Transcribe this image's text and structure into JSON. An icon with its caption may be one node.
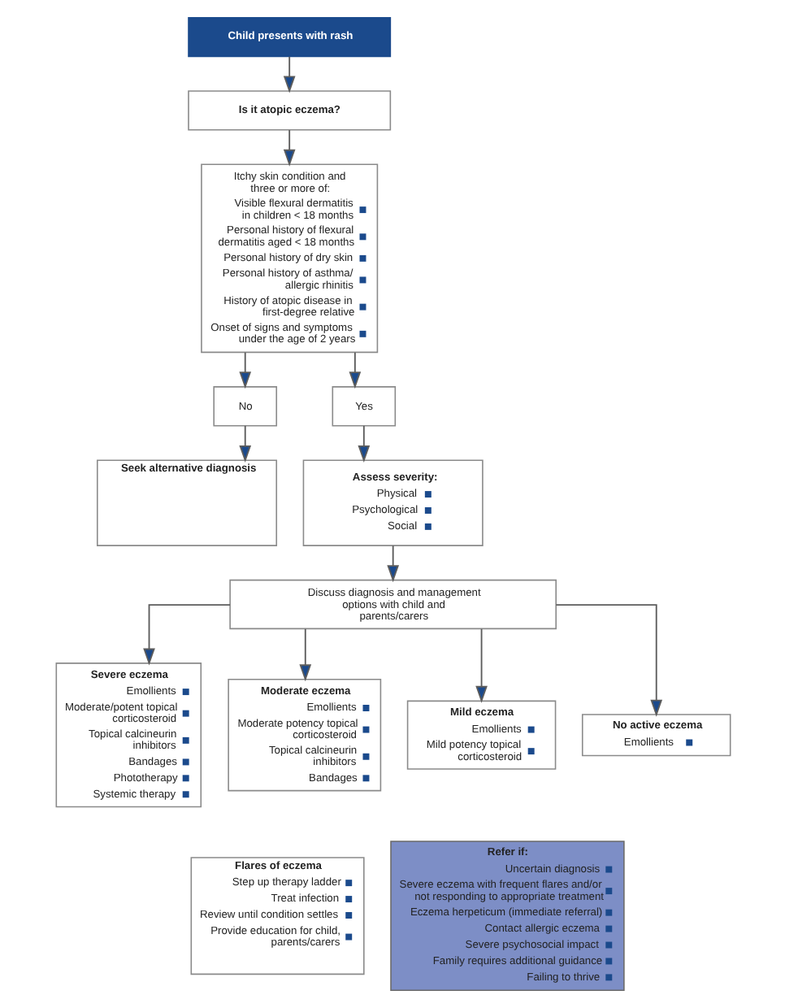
{
  "diagram": {
    "nodes": [
      {
        "text": [
          "Child presents with rash"
        ]
      },
      {
        "text": [
          "Is it atopic eczema?"
        ]
      },
      {
        "text": [
          "Itchy skin condition and three or more of:",
          "Visible flexural dermatitis in children < 18 months",
          "Personal history of flexural dermatitis aged < 18 months",
          "Personal history of dry skin",
          "Personal history of asthma/ allergic rhinitis",
          "History of atopic disease in first-degree relative",
          "Onset of signs and symptoms under the age of 2 years"
        ]
      },
      {
        "text": [
          "No"
        ]
      },
      {
        "text": [
          "Yes"
        ]
      },
      {
        "text": [
          "Seek alternative diagnosis"
        ]
      },
      {
        "text": [
          "Assess severity:",
          "Physical",
          "Psychological",
          "Social"
        ]
      },
      {
        "text": [
          "Discuss diagnosis and management options with child and parents/carers"
        ]
      },
      {
        "text": [
          "Severe eczema",
          "Emollients",
          "Moderate/potent topical corticosteroid",
          "Topical calcineurin inhibitors",
          "Bandages",
          "Phototherapy",
          "Systemic therapy"
        ]
      },
      {
        "text": [
          "Moderate eczema",
          "Emollients",
          "Moderate potency topical corticosteroid",
          "Topical calcineurin inhibitors",
          "Bandages"
        ]
      },
      {
        "text": [
          "Mild eczema",
          "Emollients",
          "Mild potency topical corticosteroid"
        ]
      },
      {
        "text": [
          "No active eczema",
          "Emollients"
        ]
      },
      {
        "text": [
          "Flares of eczema",
          "Step up therapy ladder",
          "Treat infection",
          "Review until condition settles",
          "Provide education for child, parents/carers"
        ]
      },
      {
        "text": [
          "Refer if:",
          "Uncertain diagnosis",
          "Severe eczema with frequent flares and/or not responding to appropriate treatment",
          "Eczema herpeticum (immediate referral)",
          "Contact allergic eczema",
          "Severe psychosocial impact",
          "Family requires additional guidance",
          "Failing to thrive"
        ]
      }
    ],
    "edges": [
      {
        "from": 0,
        "to": 1,
        "arrow": "to"
      },
      {
        "from": 1,
        "to": 2,
        "arrow": "to"
      },
      {
        "from": 2,
        "to": 3,
        "arrow": "to"
      },
      {
        "from": 2,
        "to": 4,
        "arrow": "to"
      },
      {
        "from": 3,
        "to": 5,
        "arrow": "to"
      },
      {
        "from": 4,
        "to": 6,
        "arrow": "to"
      },
      {
        "from": 6,
        "to": 7,
        "arrow": "to"
      },
      {
        "from": 7,
        "to": 8,
        "arrow": "to"
      },
      {
        "from": 7,
        "to": 9,
        "arrow": "to"
      },
      {
        "from": 7,
        "to": 10,
        "arrow": "to"
      },
      {
        "from": 7,
        "to": 11,
        "arrow": "to"
      }
    ]
  }
}
